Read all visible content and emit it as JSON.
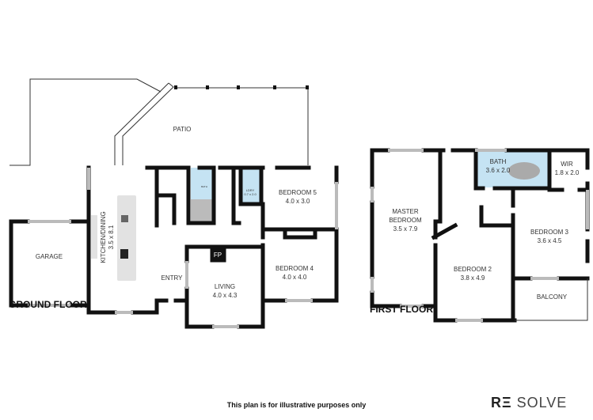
{
  "ground_floor": {
    "title": "GROUND FLOOR",
    "rooms": {
      "patio": {
        "name": "PATIO"
      },
      "garage": {
        "name": "GARAGE"
      },
      "kitchen": {
        "name": "KITCHEN/DINING",
        "size": "3.5 x 8.1"
      },
      "entry": {
        "name": "ENTRY"
      },
      "living": {
        "name": "LIVING",
        "size": "4.0 x 4.3"
      },
      "fireplace": {
        "name": "FP"
      },
      "bedroom4": {
        "name": "BEDROOM 4",
        "size": "4.0 x 4.0"
      },
      "bedroom5": {
        "name": "BEDROOM 5",
        "size": "4.0 x 3.0"
      },
      "bath": {
        "name": "BATH"
      },
      "laundry": {
        "name": "LDRY",
        "size": "0.7 x 2.0"
      }
    }
  },
  "first_floor": {
    "title": "FIRST FLOOR",
    "rooms": {
      "master": {
        "name_line1": "MASTER",
        "name_line2": "BEDROOM",
        "size": "3.5 x 7.9"
      },
      "bath": {
        "name": "BATH",
        "size": "3.6 x 2.0"
      },
      "wir": {
        "name": "WIR",
        "size": "1.8 x 2.0"
      },
      "bedroom3": {
        "name": "BEDROOM 3",
        "size": "3.6 x 4.5"
      },
      "bedroom2": {
        "name": "BEDROOM 2",
        "size": "3.8 x 4.9"
      },
      "balcony": {
        "name": "BALCONY"
      }
    }
  },
  "footer": {
    "disclaimer": "This plan is for illustrative purposes only"
  },
  "logo": {
    "part1": "RΞ",
    "part2": "SOLVE"
  },
  "colors": {
    "wet_area": "#c5e3f3",
    "wall": "#111111",
    "bench": "#e2e2e2"
  }
}
